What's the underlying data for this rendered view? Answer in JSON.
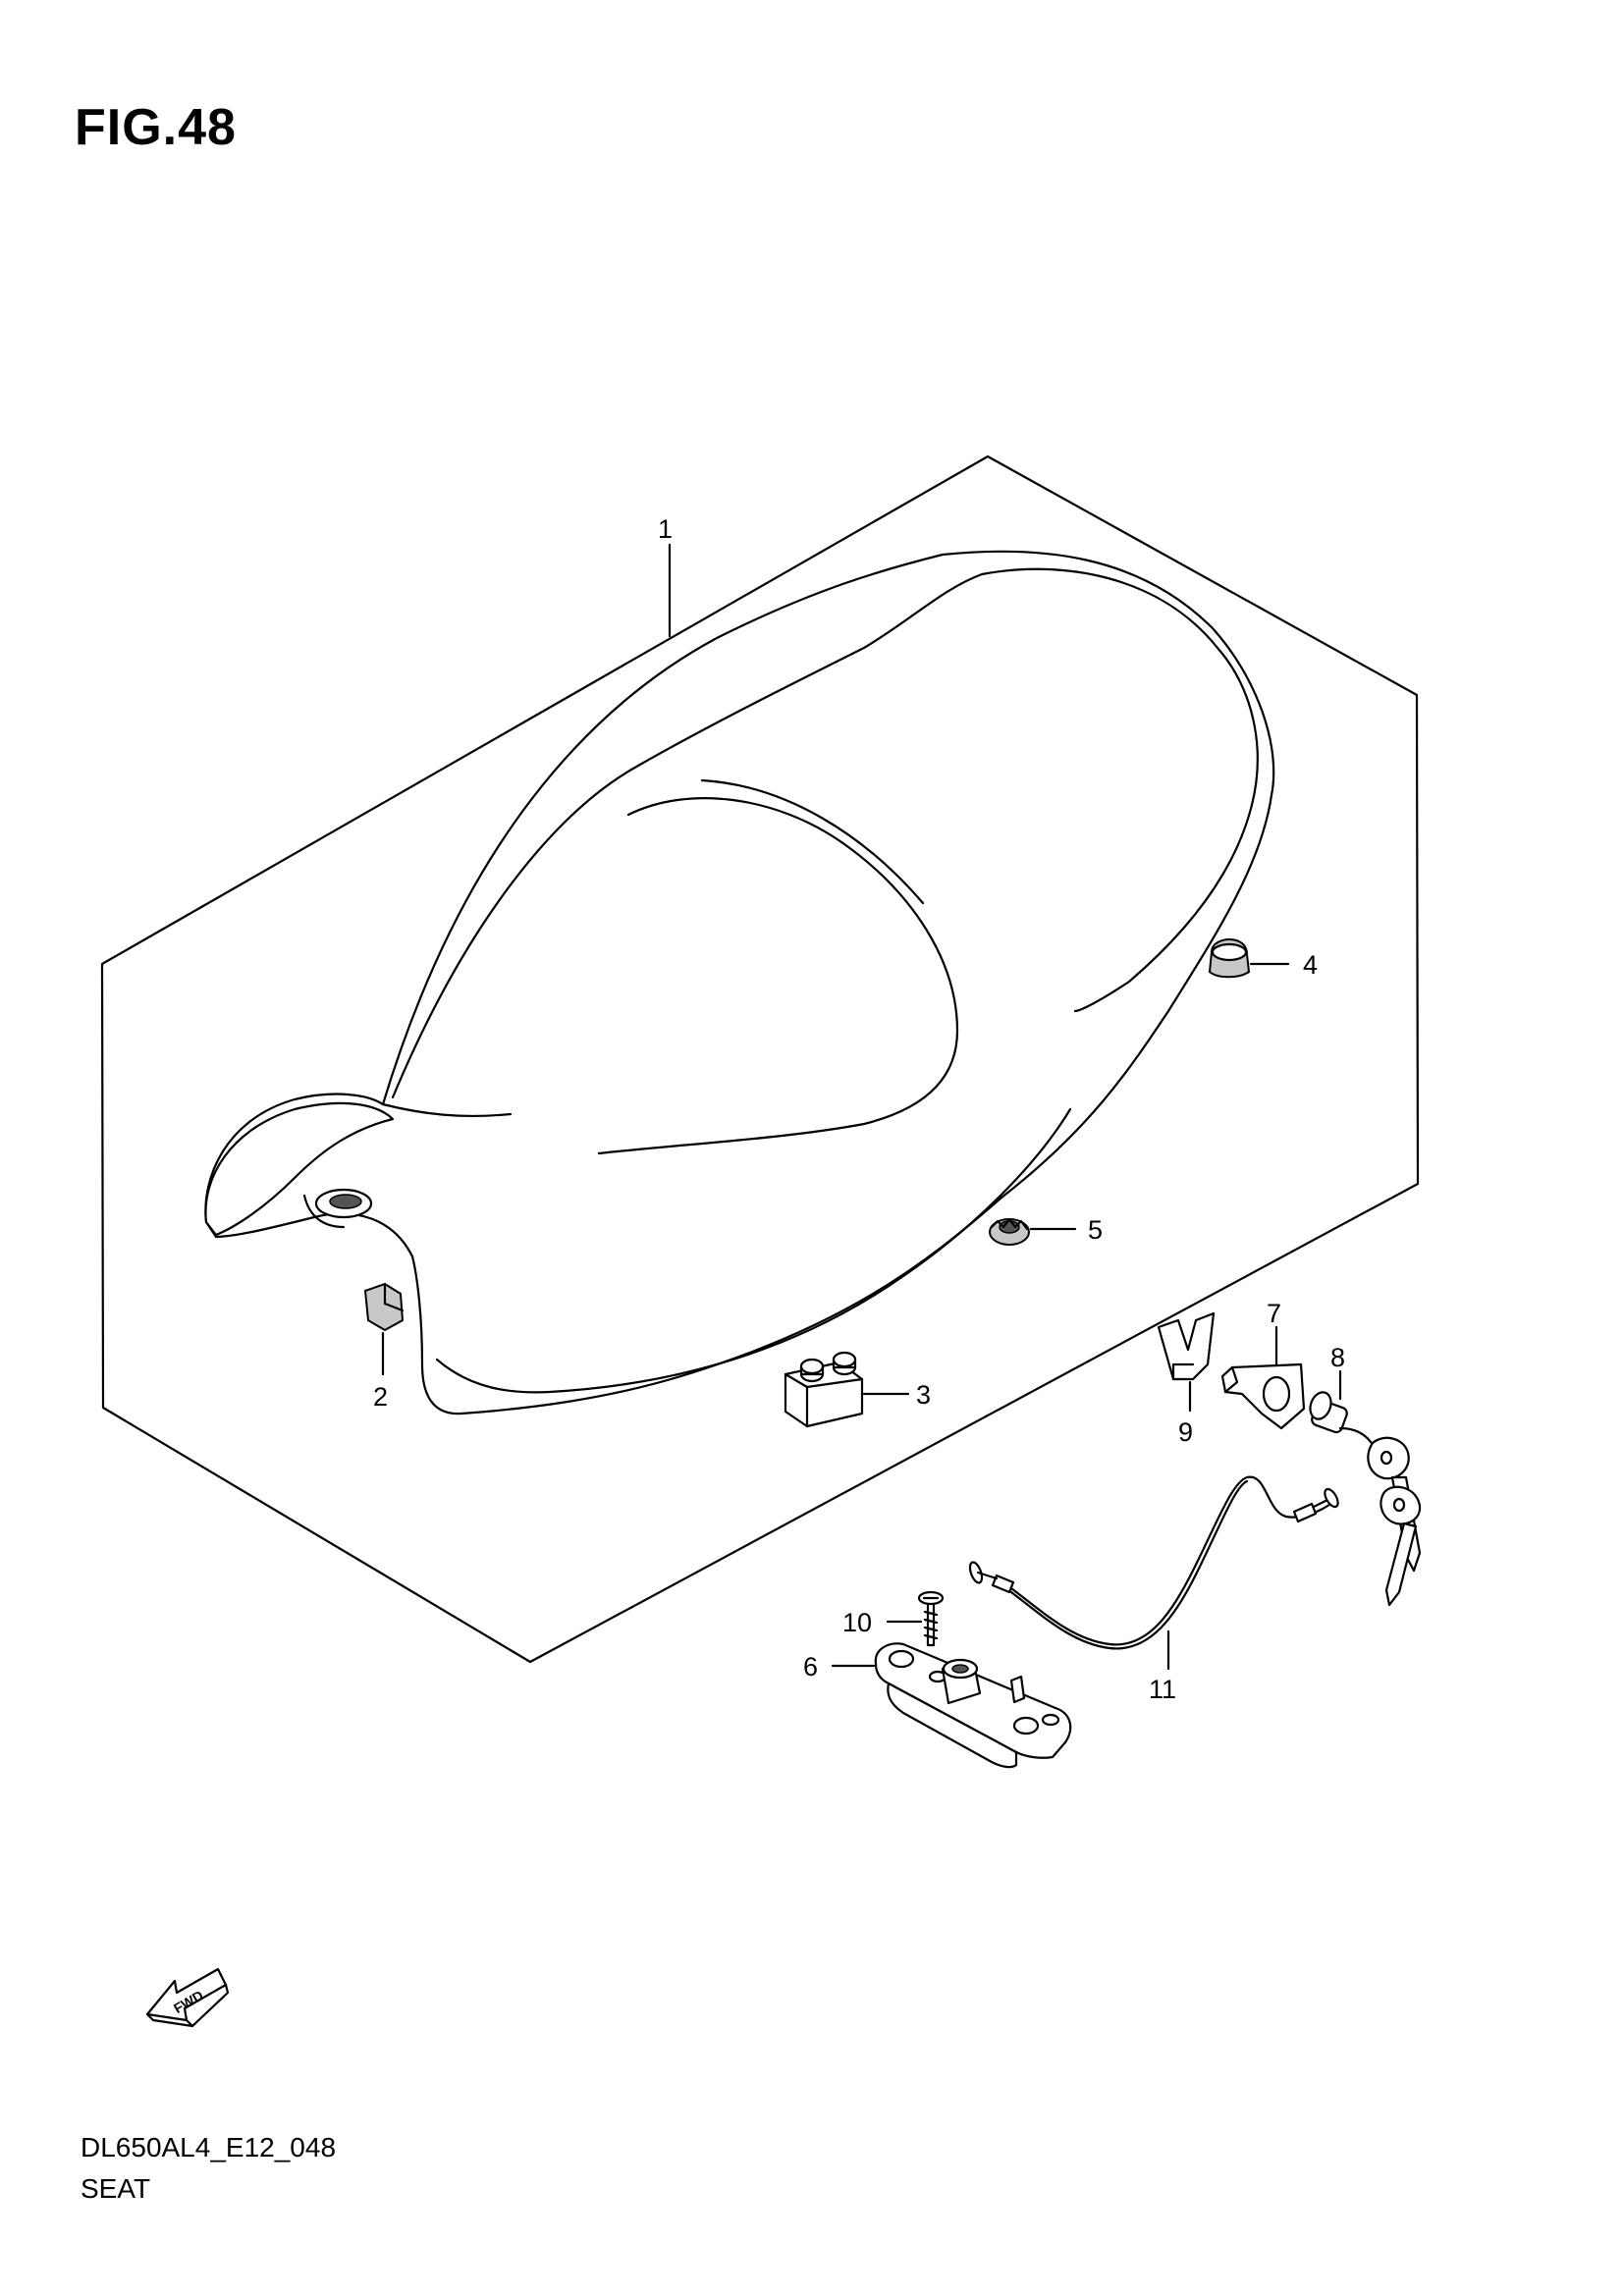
{
  "figure": {
    "title": "FIG.48",
    "code": "DL650AL4_E12_048",
    "name": "SEAT"
  },
  "callouts": {
    "c1": "1",
    "c2": "2",
    "c3": "3",
    "c4": "4",
    "c5": "5",
    "c6": "6",
    "c7": "7",
    "c8": "8",
    "c9": "9",
    "c10": "10",
    "c11": "11"
  },
  "fwd_arrow": {
    "label": "FWD",
    "icon": "fwd-arrow-icon"
  }
}
